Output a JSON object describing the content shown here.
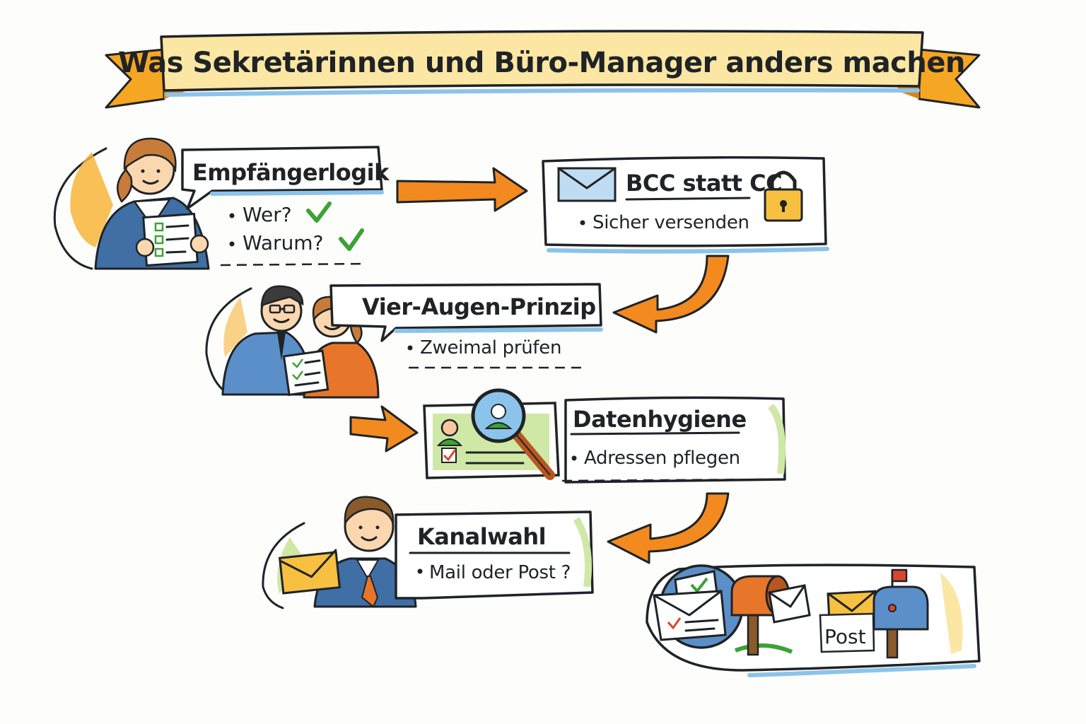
{
  "title": "Was Sekretärinnen und Büro-Manager anders machen",
  "colors": {
    "banner": "#fbe6a3",
    "banner_tail": "#f5a623",
    "accent_orange": "#f28a1f",
    "accent_blue": "#8cc3ea",
    "check_green": "#3aa335",
    "card_green": "#cfe8a6",
    "ink": "#1f2326"
  },
  "steps": [
    {
      "id": "empfaenger",
      "heading": "Empfängerlogik",
      "bullets": [
        "Wer?",
        "Warum?"
      ],
      "icons": [
        "woman-with-checklist-icon",
        "check-icon"
      ]
    },
    {
      "id": "bcc",
      "heading": "BCC statt CC",
      "bullets": [
        "Sicher versenden"
      ],
      "icons": [
        "envelope-icon",
        "padlock-icon"
      ]
    },
    {
      "id": "vier-augen",
      "heading": "Vier-Augen-Prinzip",
      "bullets": [
        "Zweimal prüfen"
      ],
      "icons": [
        "two-colleagues-icon"
      ]
    },
    {
      "id": "daten",
      "heading": "Datenhygiene",
      "bullets": [
        "Adressen pflegen"
      ],
      "icons": [
        "contact-card-icon",
        "magnifier-icon"
      ]
    },
    {
      "id": "kanal",
      "heading": "Kanalwahl",
      "bullets": [
        "Mail oder Post ?"
      ],
      "icons": [
        "man-with-envelope-icon"
      ]
    },
    {
      "id": "post",
      "label": "Post",
      "icons": [
        "email-globe-icon",
        "mailbox-icon"
      ]
    }
  ]
}
